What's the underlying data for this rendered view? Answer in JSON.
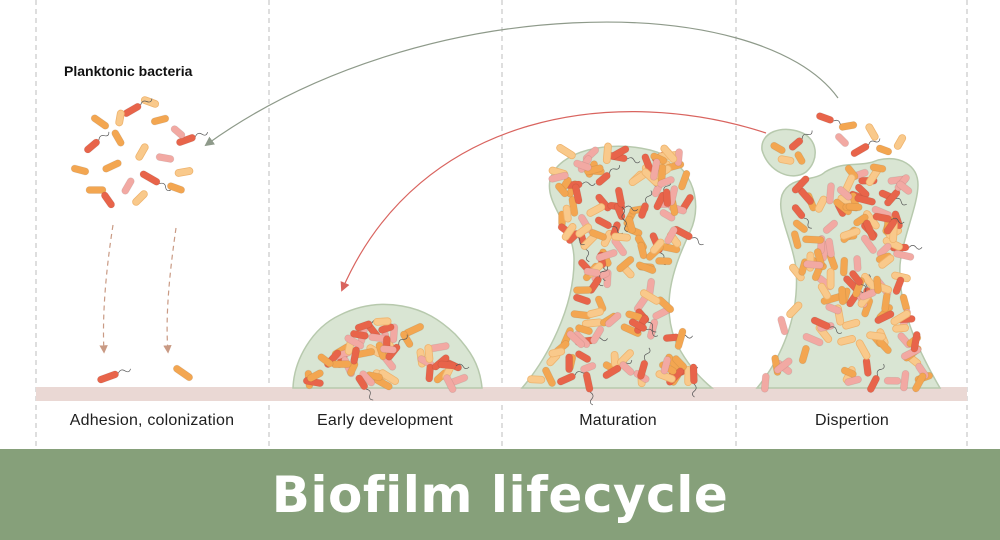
{
  "title": "Biofilm lifecycle",
  "planktonic_label": "Planktonic bacteria",
  "stages": [
    {
      "label": "Adhesion, colonization"
    },
    {
      "label": "Early development"
    },
    {
      "label": "Maturation"
    },
    {
      "label": "Dispertion"
    }
  ],
  "colors": {
    "banner": "#86a07a",
    "matrix": "#d9e5d3",
    "matrix_outline": "#b7c9ad",
    "surface": "#ead8d4",
    "bacteria_orange": "#f3a651",
    "bacteria_light": "#f9c98b",
    "bacteria_red": "#e8644a",
    "bacteria_pink": "#f2a9a3",
    "arrow_gray": "#8e9a8a",
    "arrow_red": "#d9645f",
    "divider": "#bdbdbd"
  }
}
